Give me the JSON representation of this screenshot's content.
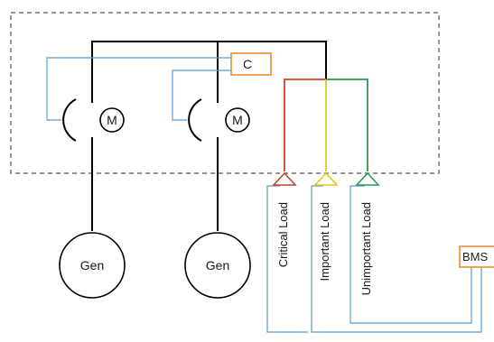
{
  "diagram": {
    "controller_label": "C",
    "bms_label": "BMS",
    "motor_label": "M",
    "generators": [
      {
        "label": "Gen"
      },
      {
        "label": "Gen"
      }
    ],
    "loads": [
      {
        "label": "Critical Load",
        "color": "#c8432f"
      },
      {
        "label": "Important Load",
        "color": "#e8c51a"
      },
      {
        "label": "Unimportant Load",
        "color": "#2e9a4e"
      }
    ],
    "colors": {
      "bus": "#000000",
      "control": "#5b9bd5",
      "box_accent": "#ed8a33",
      "boundary": "#555555"
    }
  }
}
